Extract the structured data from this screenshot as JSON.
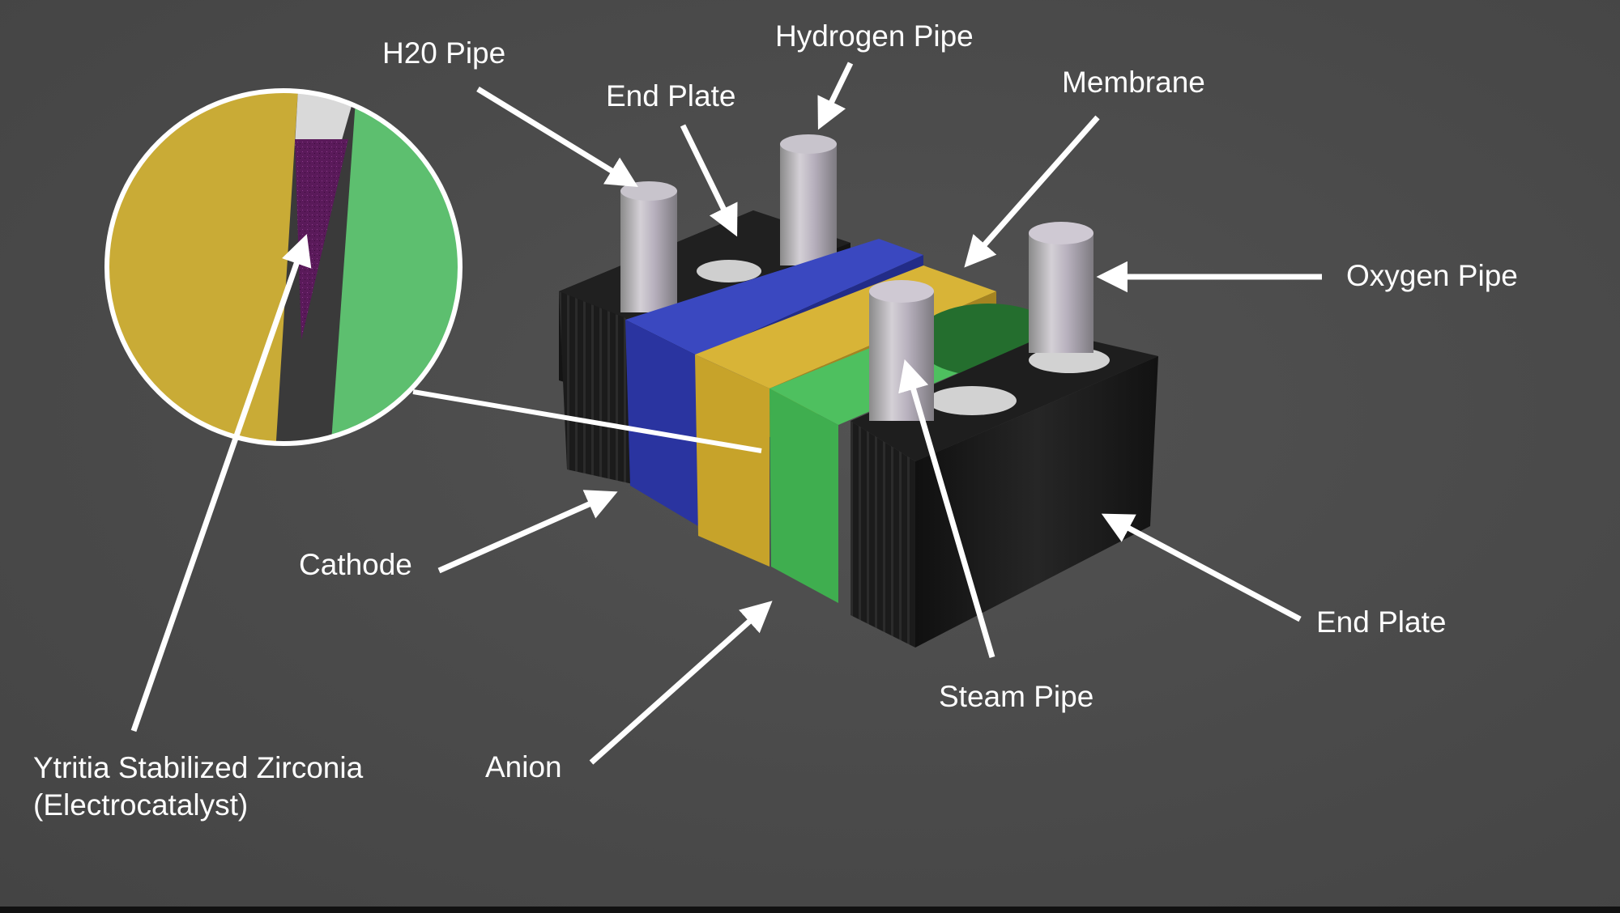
{
  "labels": {
    "h2o_pipe": "H20 Pipe",
    "hydrogen_pipe": "Hydrogen Pipe",
    "end_plate_top": "End Plate",
    "membrane": "Membrane",
    "oxygen_pipe": "Oxygen Pipe",
    "cathode": "Cathode",
    "end_plate_right": "End Plate",
    "steam_pipe": "Steam Pipe",
    "anion": "Anion",
    "ysz_line1": "Ytritia Stabilized Zirconia",
    "ysz_line2": "(Electrocatalyst)"
  },
  "colors": {
    "background": "#4a4a4a",
    "cathode": "#2a34a0",
    "membrane": "#c7a32a",
    "anion": "#3fae4f",
    "end_plate": "#1a1a1a",
    "electrocatalyst": "#5a1a5a",
    "arrow": "#ffffff"
  }
}
